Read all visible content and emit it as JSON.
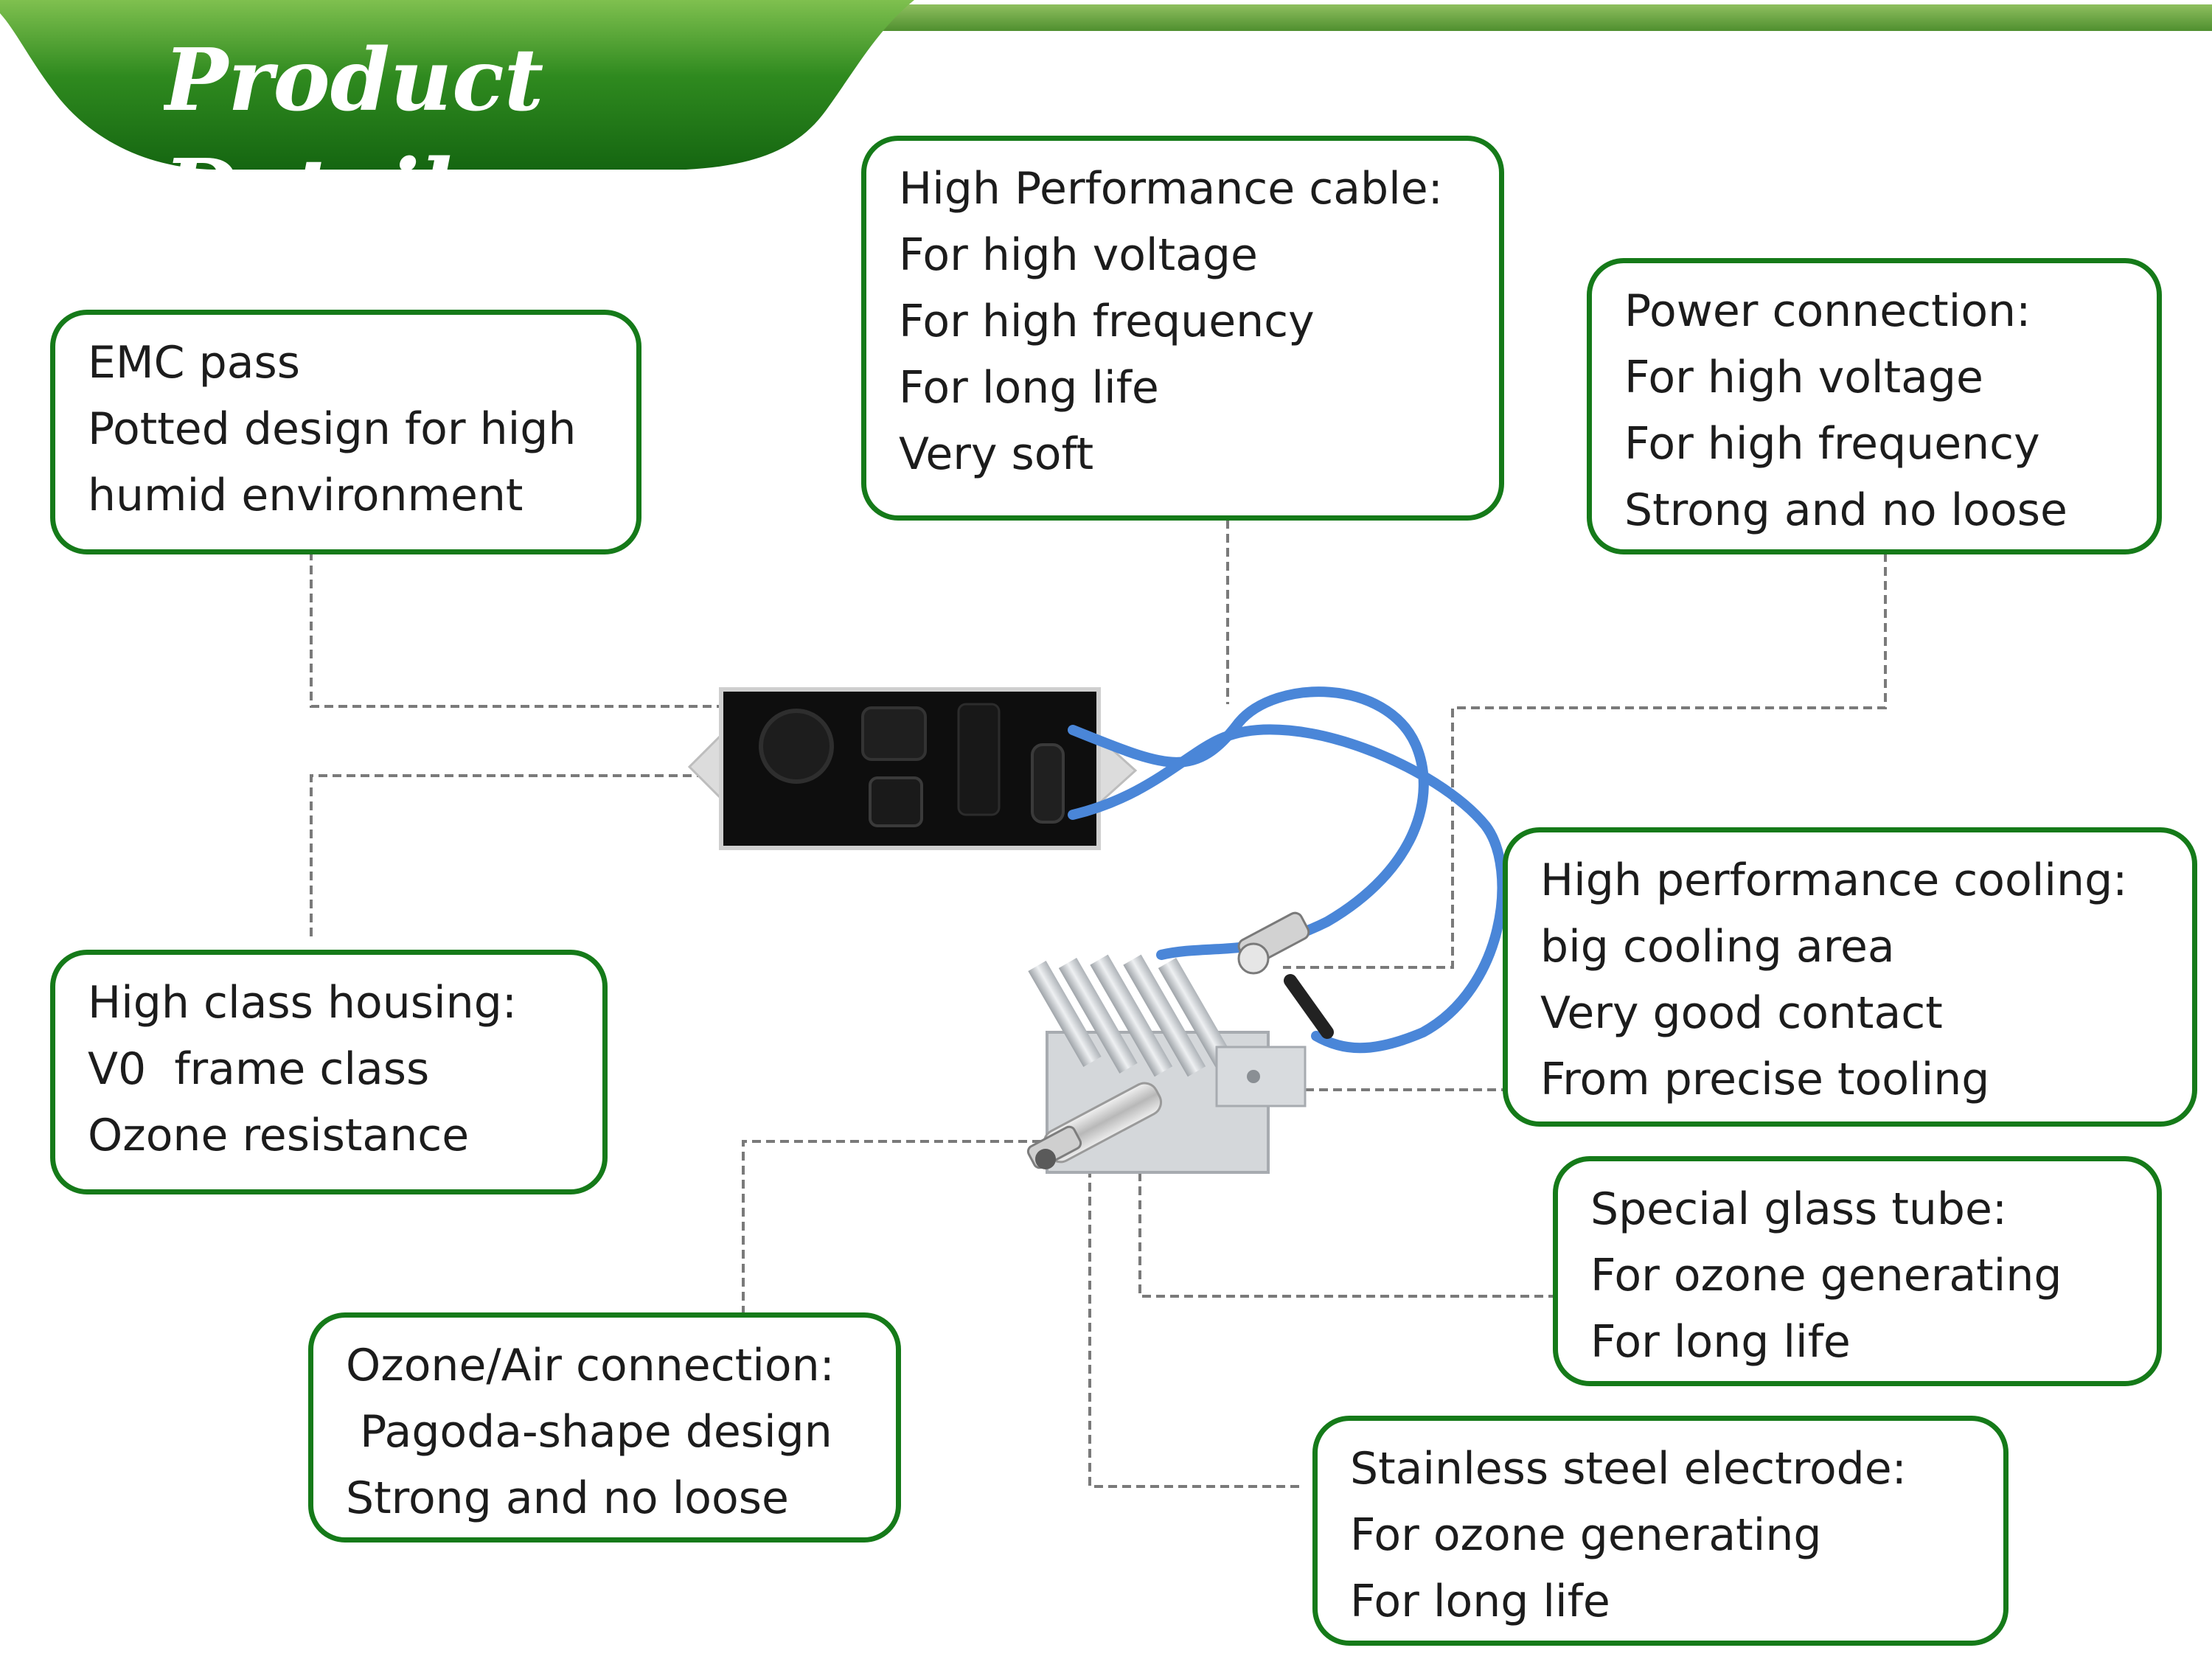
{
  "header": {
    "title_line1": "Product",
    "title_line2": "Details",
    "accent_color": "#2f8a1f",
    "stripe_color": "#6aa640"
  },
  "callouts": {
    "emc": {
      "lines": [
        "EMC pass",
        "Potted design for high",
        "humid environment"
      ]
    },
    "cable": {
      "lines": [
        "High Performance cable:",
        "For high voltage",
        "For high frequency",
        "For long life",
        "Very soft"
      ]
    },
    "power": {
      "lines": [
        "Power connection:",
        "For high voltage",
        "For high frequency",
        "Strong and no loose"
      ]
    },
    "housing": {
      "lines": [
        "High class housing:",
        "V0  frame class",
        "Ozone resistance"
      ]
    },
    "cooling": {
      "lines": [
        "High performance cooling:",
        "big cooling area",
        "Very good contact",
        "From precise tooling"
      ]
    },
    "glass": {
      "lines": [
        "Special glass tube:",
        "For ozone generating",
        "For long life"
      ]
    },
    "ozone_air": {
      "lines": [
        "Ozone/Air connection:",
        " Pagoda-shape design",
        "Strong and no loose"
      ]
    },
    "electrode": {
      "lines": [
        "Stainless steel electrode:",
        "For ozone generating",
        "For long life"
      ]
    }
  },
  "colors": {
    "callout_border": "#157a19",
    "leader_line": "#7a7a7a",
    "cable": "#4a86d8",
    "housing": "#0e0e0e",
    "heatsink": "#c9ccd0"
  }
}
